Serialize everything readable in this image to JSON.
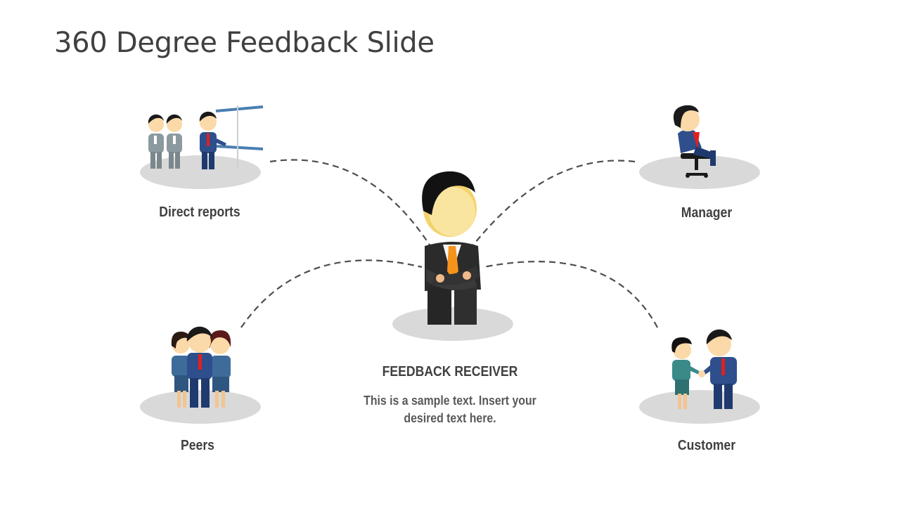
{
  "slide": {
    "title": "360 Degree Feedback Slide"
  },
  "center": {
    "title": "FEEDBACK RECEIVER",
    "desc_line1": "This is a sample text. Insert your",
    "desc_line2": "desired text here."
  },
  "nodes": {
    "direct_reports": "Direct reports",
    "manager": "Manager",
    "peers": "Peers",
    "customer": "Customer"
  },
  "colors": {
    "text": "#404040",
    "shadow": "#d9d9d9",
    "connector": "#4d4d4d",
    "suit_blue": "#2e4f8c",
    "suit_gray": "#8c9aa0",
    "tie_red": "#e02020",
    "tie_orange": "#f59a1b"
  },
  "icons": [
    "presenter-team-icon",
    "seated-manager-icon",
    "feedback-receiver-icon",
    "peer-group-icon",
    "handshake-icon"
  ]
}
